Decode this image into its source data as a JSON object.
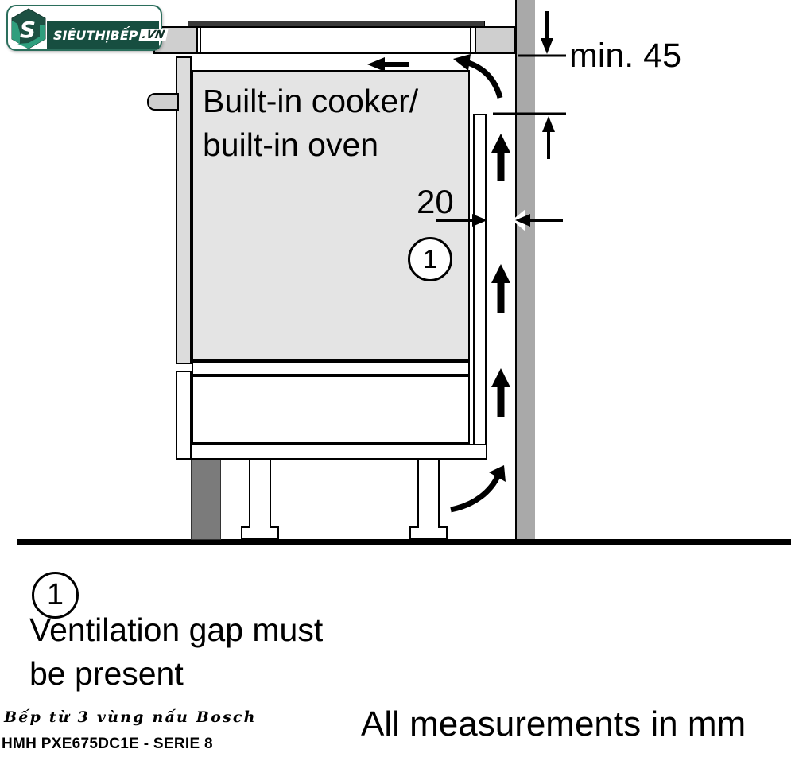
{
  "logo": {
    "brand": "SIÊUTHỊBẾP",
    "tld": ".VN",
    "letter": "S",
    "colors": {
      "dark_green": "#174e40",
      "teal": "#2f9e7d",
      "border": "#2b6e5c"
    }
  },
  "diagram": {
    "appliance_label_line1": "Built-in cooker/",
    "appliance_label_line2": "built-in oven",
    "dim_top": "min. 45",
    "dim_gap": "20",
    "callout_marker": "1",
    "colors": {
      "wall": "#a9a9a9",
      "cabinet_fill": "#e4e4e4",
      "counter_fill": "#cfcfcf",
      "plinth": "#7b7b7b",
      "cooktop_glass": "#3a3a3a"
    }
  },
  "footnote": {
    "marker": "1",
    "line1": "Ventilation gap must",
    "line2": "be present"
  },
  "footer": {
    "product_vi": "Bếp từ 3 vùng nấu Bosch",
    "model": "HMH PXE675DC1E - SERIE 8",
    "units_note": "All measurements in mm"
  }
}
